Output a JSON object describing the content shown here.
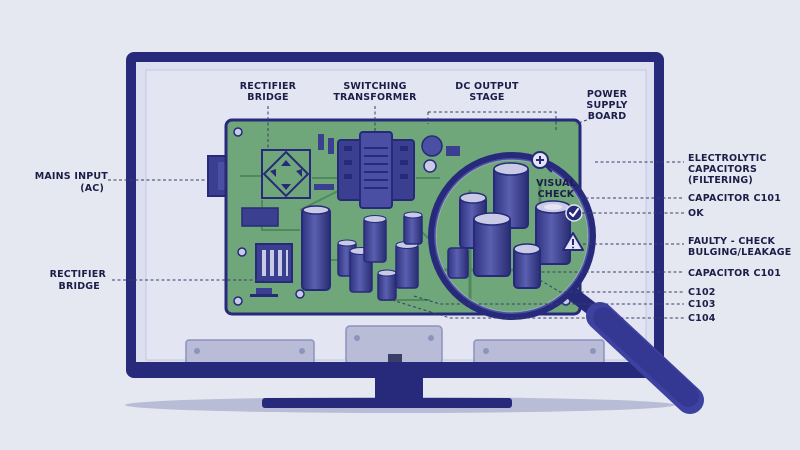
{
  "labels": {
    "rectifier_bridge_top": [
      "RECTIFIER",
      "BRIDGE"
    ],
    "switching_transformer": [
      "SWITCHING",
      "TRANSFORMER"
    ],
    "dc_output_stage": [
      "DC OUTPUT",
      "STAGE"
    ],
    "power_supply_board": [
      "POWER",
      "SUPPLY",
      "BOARD"
    ],
    "mains_input": [
      "MAINS INPUT",
      "(AC)"
    ],
    "rectifier_bridge_left": [
      "RECTIFIER",
      "BRIDGE"
    ],
    "visual_check": [
      "VISUAL",
      "CHECK"
    ],
    "electrolytic_capacitors": [
      "ELECTROLYTIC",
      "CAPACITORS",
      "(FILTERING)"
    ],
    "capacitor_c101_top": "CAPACITOR C101",
    "ok": "OK",
    "faulty_check": [
      "FAULTY - CHECK",
      "BULGING/LEAKAGE"
    ],
    "capacitor_c101_bottom": "CAPACITOR C101",
    "c102": "C102",
    "c103": "C103",
    "c104": "C104"
  },
  "icons": {
    "magnifier": "zoom-in-icon",
    "ok": "check-circle-icon",
    "warning": "warning-triangle-icon"
  },
  "colors": {
    "background": "#e6e8f1",
    "frame": "#272a7a",
    "board": "#6fa77a",
    "component": "#3b3f8f",
    "capacitor_top": "#c9cbe6",
    "label": "#1c1d48"
  }
}
